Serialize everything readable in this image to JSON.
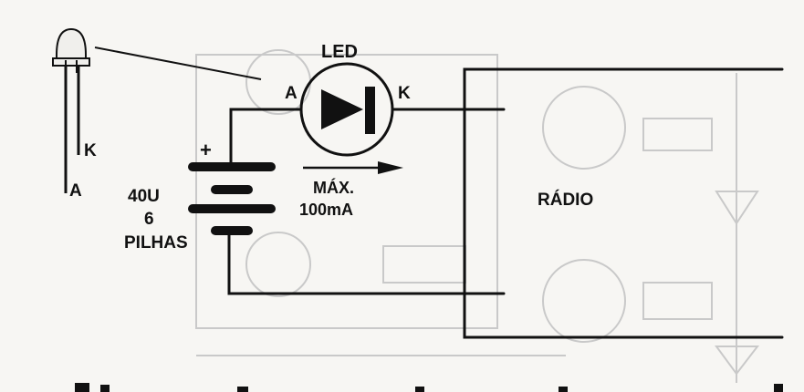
{
  "diagram": {
    "led_title": "LED",
    "led_anode_label": "A",
    "led_cathode_label": "K",
    "component_k_label": "K",
    "component_a_label": "A",
    "battery_plus": "+",
    "battery_voltage": "40U",
    "battery_cells": "6",
    "battery_type": "PILHAS",
    "current_label_1": "MÁX.",
    "current_label_2": "100mA",
    "radio_label": "RÁDIO"
  },
  "colors": {
    "ink": "#111111",
    "paper": "#f7f6f3",
    "ghost": "#c9c9c9"
  }
}
